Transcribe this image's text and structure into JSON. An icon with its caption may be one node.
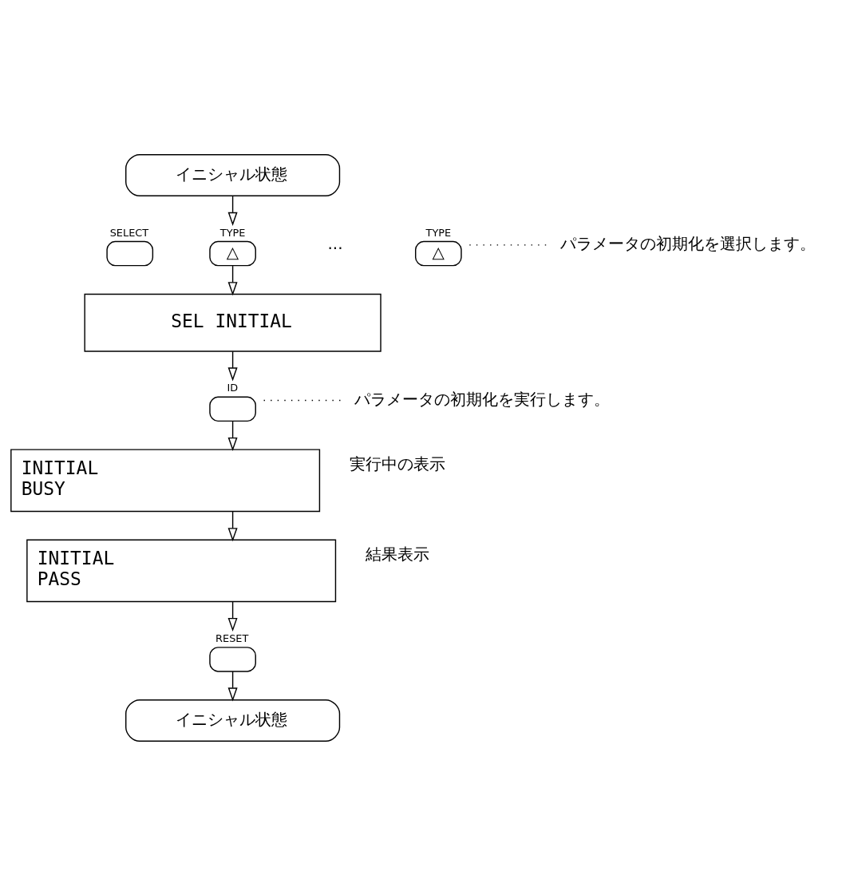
{
  "diagram": {
    "nodes": [
      {
        "text": [
          "イニシャル状態"
        ]
      },
      {
        "text": [
          "SELECT"
        ]
      },
      {
        "text": [
          "TYPE",
          "△"
        ]
      },
      {
        "text": [
          "TYPE",
          "△"
        ]
      },
      {
        "text": [
          "パラメータの初期化を選択します。"
        ]
      },
      {
        "text": [
          "SEL INITIAL"
        ]
      },
      {
        "text": [
          "ID"
        ]
      },
      {
        "text": [
          "パラメータの初期化を実行します。"
        ]
      },
      {
        "text": [
          "INITIAL",
          "BUSY"
        ],
        "beside": [
          "実行中の表示"
        ]
      },
      {
        "text": [
          "INITIAL",
          "PASS"
        ],
        "beside": [
          "結果表示"
        ]
      },
      {
        "text": [
          "RESET"
        ]
      },
      {
        "text": [
          "イニシャル状態"
        ]
      }
    ],
    "edges": [
      {
        "from": 0,
        "to": 2,
        "arrow": "to"
      },
      {
        "from": 3,
        "to": 4,
        "arrow": "none",
        "style": "dashed"
      },
      {
        "from": 2,
        "to": 5,
        "arrow": "to"
      },
      {
        "from": 5,
        "to": 6,
        "arrow": "to"
      },
      {
        "from": 6,
        "to": 7,
        "arrow": "none",
        "style": "dashed"
      },
      {
        "from": 6,
        "to": 8,
        "arrow": "to"
      },
      {
        "from": 8,
        "to": 9,
        "arrow": "to"
      },
      {
        "from": 9,
        "to": 10,
        "arrow": "to"
      },
      {
        "from": 10,
        "to": 11,
        "arrow": "to"
      }
    ],
    "labels": [
      "..."
    ]
  }
}
